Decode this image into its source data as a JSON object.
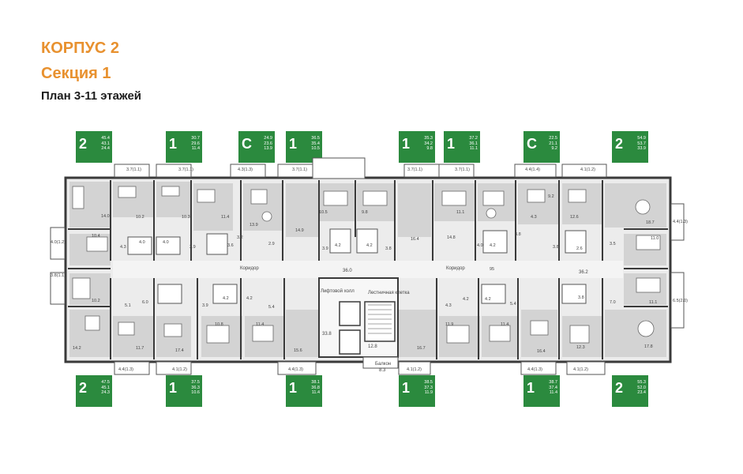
{
  "title": {
    "building": "КОРПУС 2",
    "section": "Секция 1",
    "floors": "План 3-11 этажей"
  },
  "colors": {
    "accent": "#e8912f",
    "tag_green": "#2b8a3e",
    "wall": "#3a3a3a",
    "room": "#d3d3d3"
  },
  "tags_top": [
    {
      "type": "2",
      "areas": [
        "45.4",
        "43.1",
        "24.4"
      ]
    },
    {
      "type": "1",
      "areas": [
        "30.7",
        "29.6",
        "11.4"
      ]
    },
    {
      "type": "С",
      "areas": [
        "24.9",
        "23.6",
        "13.9"
      ]
    },
    {
      "type": "1",
      "areas": [
        "36.5",
        "35.4",
        "10.5"
      ]
    },
    {
      "type": "1",
      "areas": [
        "35.3",
        "34.2",
        "9.8"
      ]
    },
    {
      "type": "1",
      "areas": [
        "37.2",
        "36.1",
        "11.1"
      ]
    },
    {
      "type": "С",
      "areas": [
        "22.5",
        "21.1",
        "9.2"
      ]
    },
    {
      "type": "2",
      "areas": [
        "54.9",
        "53.7",
        "33.9"
      ]
    }
  ],
  "tags_bottom": [
    {
      "type": "2",
      "areas": [
        "47.5",
        "45.1",
        "24.3"
      ]
    },
    {
      "type": "1",
      "areas": [
        "37.5",
        "36.3",
        "10.6"
      ]
    },
    {
      "type": "1",
      "areas": [
        "38.1",
        "36.8",
        "11.4"
      ]
    },
    {
      "type": "1",
      "areas": [
        "38.5",
        "37.3",
        "11.9"
      ]
    },
    {
      "type": "1",
      "areas": [
        "38.7",
        "37.4",
        "11.4"
      ]
    },
    {
      "type": "2",
      "areas": [
        "55.3",
        "52.0",
        "23.4"
      ]
    }
  ],
  "labels": {
    "corridor_left": "Коридор",
    "corridor_right": "Коридор",
    "lift_hall": "Лифтовой холл",
    "stair": "Лестничная клетка",
    "balcony": "Балкон",
    "balcony_area": "8.3",
    "corridor_area": "36.0",
    "corridor_right_area": "36.2",
    "lift_area": "33.8",
    "stair_area": "12.8"
  },
  "balconies_top": [
    "3.7(1.1)",
    "3.7(1.1)",
    "4.3(1.3)",
    "3.7(1.1)",
    "3.7(1.1)",
    "3.7(1.1)",
    "4.4(1.4)",
    "4.1(1.2)"
  ],
  "balconies_bottom": [
    "4.4(1.3)",
    "4.1(1.2)",
    "4.4(1.3)",
    "4.1(1.2)",
    "4.4(1.3)",
    "4.1(1.2)"
  ],
  "balconies_side": [
    "4.0(1.2)",
    "3.8(1.1)",
    "4.4(1.3)",
    "6.5(2.0)"
  ],
  "rooms_top_row": [
    "14.0",
    "10.2",
    "10.3",
    "11.4",
    "13.9",
    "14.9",
    "10.5",
    "9.8",
    "16.4",
    "11.1",
    "14.8",
    "4.3",
    "12.6",
    "18.7"
  ],
  "rooms_bottom_row": [
    "14.2",
    "11.7",
    "17.4",
    "10.8",
    "11.4",
    "15.6",
    "16.7",
    "11.9",
    "11.4",
    "16.4",
    "12.3",
    "17.8"
  ],
  "rooms_side": [
    "10.4",
    "10.2",
    "11.0",
    "11.1"
  ],
  "small_areas": [
    "4.0",
    "4.0",
    "4.3",
    "3.9",
    "3.2",
    "3.6",
    "2.9",
    "3.9",
    "4.2",
    "4.2",
    "3.8",
    "4.0",
    "4.2",
    "3.8",
    "3.8",
    "2.6",
    "3.5",
    "5.1",
    "6.0",
    "3.9",
    "4.2",
    "4.2",
    "5.4",
    "4.3",
    "4.2",
    "4.2",
    "5.4",
    "3.8",
    "7.0",
    "9.2",
    "95"
  ]
}
